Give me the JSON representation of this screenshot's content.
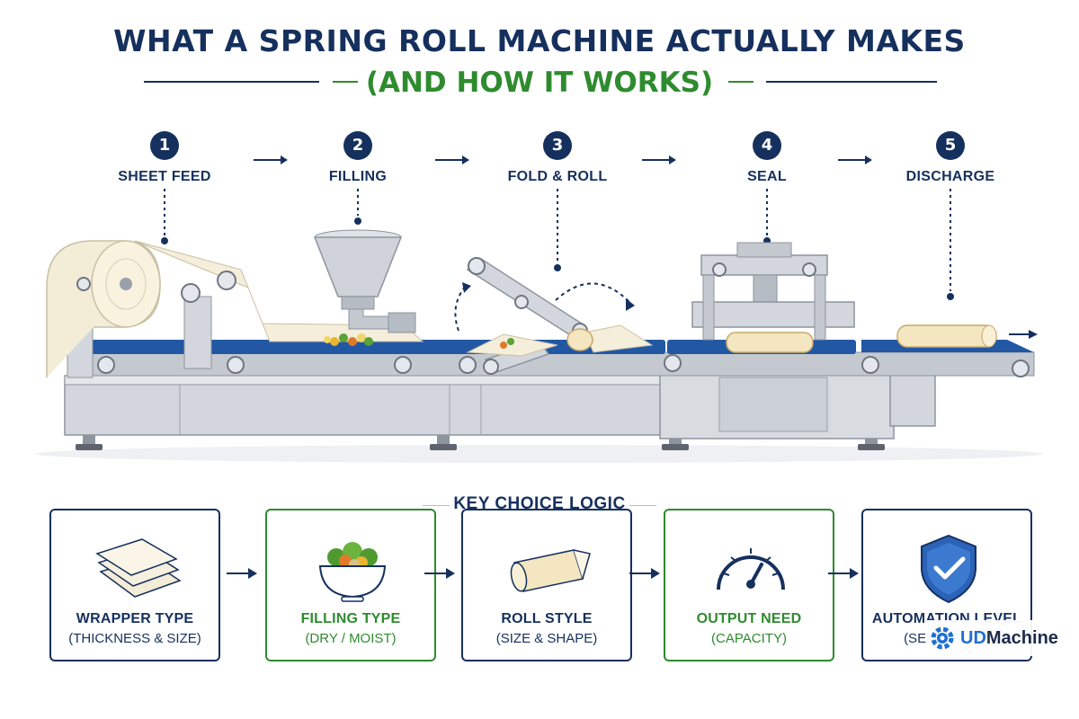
{
  "header": {
    "title": "WHAT A SPRING ROLL MACHINE ACTUALLY MAKES",
    "subtitle": "(AND HOW IT WORKS)"
  },
  "steps": [
    {
      "number": "1",
      "label": "SHEET FEED"
    },
    {
      "number": "2",
      "label": "FILLING"
    },
    {
      "number": "3",
      "label": "FOLD & ROLL"
    },
    {
      "number": "4",
      "label": "SEAL"
    },
    {
      "number": "5",
      "label": "DISCHARGE"
    }
  ],
  "key_logic": {
    "title": "KEY CHOICE LOGIC",
    "cards": [
      {
        "title": "WRAPPER TYPE",
        "subtitle": "(THICKNESS & SIZE)",
        "icon": "wrapper-sheets-icon",
        "accent": "#16305e"
      },
      {
        "title": "FILLING TYPE",
        "subtitle": "(DRY / MOIST)",
        "icon": "salad-bowl-icon",
        "accent": "#2e8b2e"
      },
      {
        "title": "ROLL STYLE",
        "subtitle": "(SIZE & SHAPE)",
        "icon": "spring-roll-icon",
        "accent": "#16305e"
      },
      {
        "title": "OUTPUT NEED",
        "subtitle": "(CAPACITY)",
        "icon": "gauge-icon",
        "accent": "#2e8b2e"
      },
      {
        "title": "AUTOMATION LEVEL",
        "subtitle": "(SEMI / FULL)",
        "icon": "shield-check-icon",
        "accent": "#16305e"
      }
    ]
  },
  "brand": {
    "prefix": "UD",
    "suffix": "Machine",
    "icon": "gear-icon"
  },
  "colors": {
    "navy": "#16305e",
    "green": "#2e8b2e",
    "belt": "#2257a4",
    "steel": "#c9ced6"
  }
}
